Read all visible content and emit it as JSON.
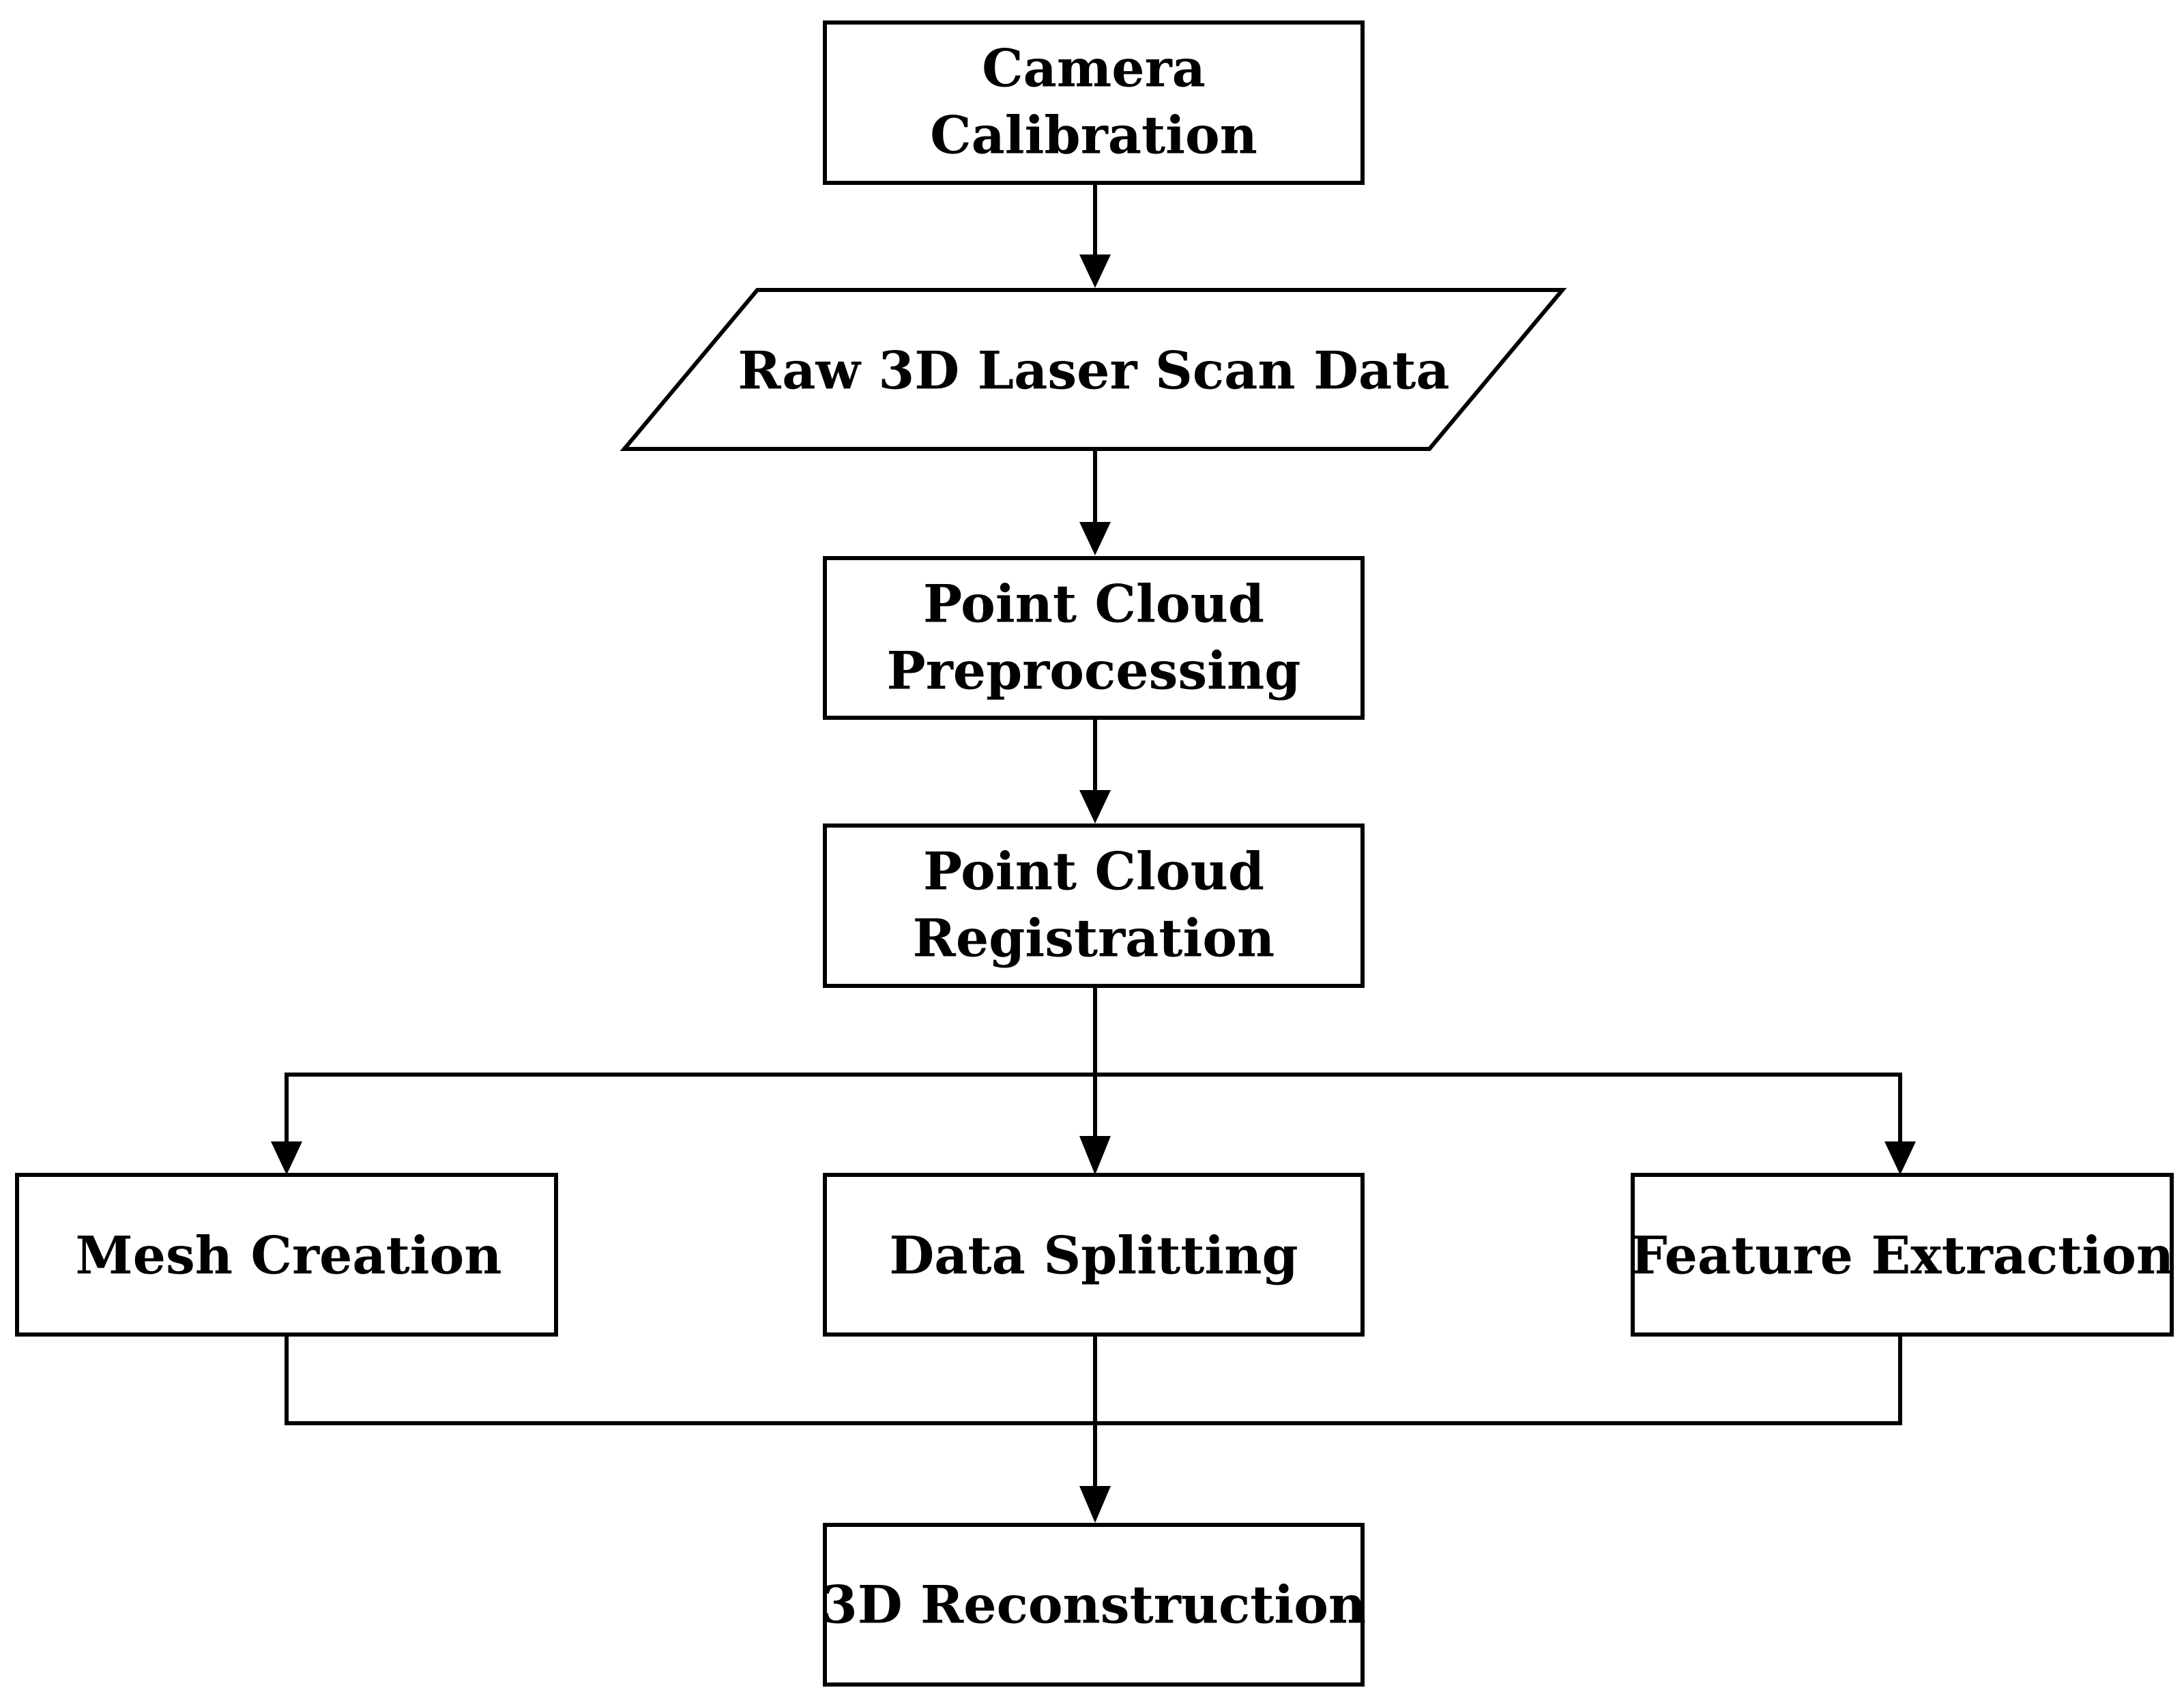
{
  "diagram": {
    "colors": {
      "stroke": "#000000",
      "fill": "#ffffff",
      "text": "#000000"
    },
    "nodes": {
      "camera_calibration": {
        "line1": "Camera",
        "line2": "Calibration"
      },
      "raw_scan_data": {
        "label": "Raw 3D Laser Scan Data"
      },
      "preprocessing": {
        "line1": "Point Cloud",
        "line2": "Preprocessing"
      },
      "registration": {
        "line1": "Point Cloud",
        "line2": "Registration"
      },
      "mesh_creation": {
        "label": "Mesh Creation"
      },
      "data_splitting": {
        "label": "Data Splitting"
      },
      "feature_extraction": {
        "label": "Feature Extraction"
      },
      "reconstruction": {
        "label": "3D Reconstruction"
      }
    }
  }
}
